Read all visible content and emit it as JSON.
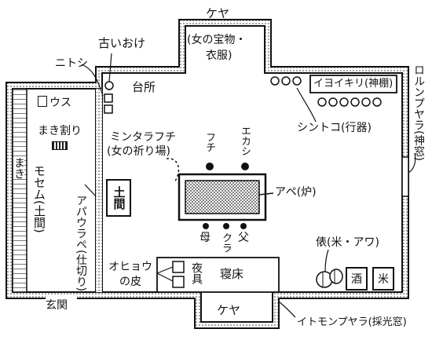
{
  "labels": {
    "keya_top": "ケヤ",
    "keya_bottom": "ケヤ",
    "treasure_line1": "(女の宝物・",
    "treasure_line2": "衣服)",
    "old_bucket": "古いおけ",
    "nitoshi": "ニトシ",
    "kitchen": "台所",
    "mortar": "ウス",
    "firewood_split": "まき割り",
    "firewood": "まき",
    "mosem": "モセム(土間)",
    "apaurape": "アパウラペ(仕切り)",
    "doma": "土間",
    "mintarafuchi_line1": "ミンタラフチ",
    "mintarafuchi_line2": "(女の祈り場)",
    "fuchi": "フチ",
    "ekashi": "エカシ",
    "ape": "アペ(炉)",
    "haha": "母",
    "kura": "クラ",
    "chichi": "父",
    "iyoikiri": "イヨイキリ(神棚)",
    "shintoko": "シントコ(行器)",
    "roruncpuyara": "ロルンプヤラ(神窓)",
    "tawara": "俵(米・アワ)",
    "sake": "酒",
    "rice": "米",
    "ohyou_line1": "オヒョウ",
    "ohyou_line2": "の皮",
    "bedding": "夜具",
    "bed": "寝床",
    "entrance": "玄関",
    "itomunpuyara": "イトモンプヤラ(採光窓)"
  }
}
